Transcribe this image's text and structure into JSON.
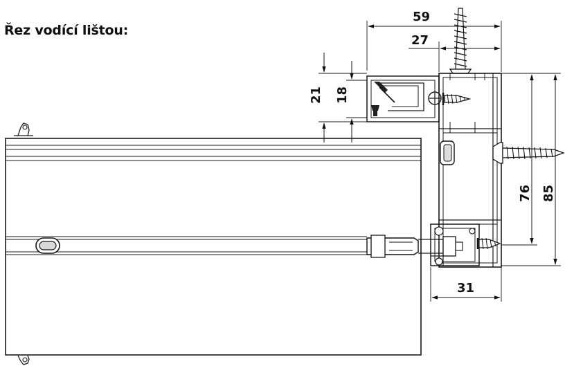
{
  "title": "Řez vodící lištou:",
  "dimensions": {
    "top_width": "59",
    "inner_width": "27",
    "left_height": "21",
    "inner_height": "18",
    "right_inner_height": "76",
    "right_outer_height": "85",
    "bottom_width": "31"
  }
}
